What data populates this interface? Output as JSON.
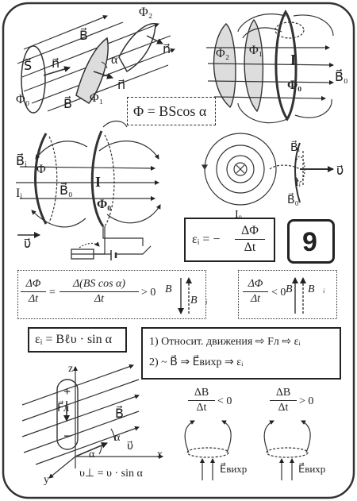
{
  "page_number": "9",
  "top_left": {
    "phi2": "Φ₂",
    "B_upper": "B⃗",
    "S": "S⃗",
    "n_left": "n⃗",
    "n_right": "n⃗",
    "alpha": "α",
    "n_mid": "n⃗",
    "phi0": "Φ₀",
    "B_lower": "B⃗",
    "phi1": "Φ₁"
  },
  "flux_formula": "Φ = BScos α",
  "top_right": {
    "phi2": "Φ₂",
    "phi1": "Φ₁",
    "I": "I",
    "B0": "B⃗₀",
    "phi0": "Φ₀"
  },
  "mid_left": {
    "Bi": "B⃗ᵢ",
    "phi": "Φ",
    "Ii": "Iᵢ",
    "B0": "B⃗₀",
    "I": "I",
    "phi0": "Φ₀",
    "v": "υ⃗"
  },
  "mid_right": {
    "Bi": "B⃗ᵢ",
    "Ii": "Iᵢ",
    "v": "υ⃗",
    "B0": "B⃗₀",
    "Io": "Iₒ"
  },
  "emf_formula": {
    "lhs": "εᵢ = −",
    "num": "ΔΦ",
    "den": "Δt"
  },
  "increase_box": {
    "num": "ΔΦ",
    "den": "Δt",
    "eq": "=",
    "num2": "Δ(BS cos α)",
    "den2": "Δt",
    "rel": "> 0",
    "B": "B⃗",
    "Bi": "B⃗ᵢ"
  },
  "decrease_box": {
    "num": "ΔΦ",
    "den": "Δt",
    "rel": "< 0",
    "B": "B⃗",
    "Bi": "B⃗ᵢ"
  },
  "moving_emf": "εᵢ = Bℓυ · sin α",
  "cases": {
    "line1": "1) Относит. движения ⇨ Fл ⇨ εᵢ",
    "line2": "2) ~ B⃗ ⇒ E⃗вихр ⇒ εᵢ"
  },
  "bottom_left": {
    "z": "z",
    "plus": "+",
    "Fl": "F⃗л",
    "minus": "−",
    "B": "B⃗",
    "alpha1": "α",
    "alpha2": "α",
    "v": "υ⃗",
    "x": "x",
    "y": "y",
    "v_perp": "υ⊥ = υ · sin α"
  },
  "bottom_right": {
    "left_num": "ΔB",
    "left_den": "Δt",
    "left_rel": "< 0",
    "left_E": "E⃗вихр",
    "right_num": "ΔB",
    "right_den": "Δt",
    "right_rel": "> 0",
    "right_E": "E⃗вихр"
  }
}
